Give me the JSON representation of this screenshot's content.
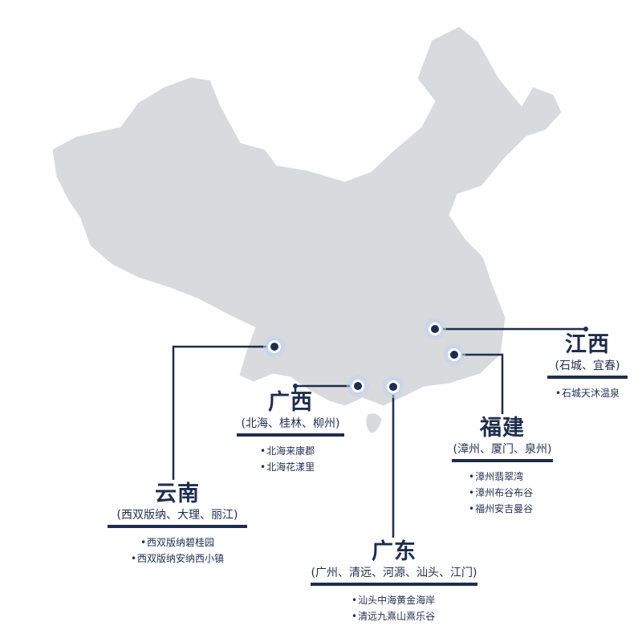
{
  "colors": {
    "map_fill": "#d9dadd",
    "accent": "#1f2d4d",
    "marker_halo": "#c8d4ec"
  },
  "regions": [
    {
      "id": "yunnan",
      "name": "云南",
      "cities": "(西双版纳、大理、丽江)",
      "projects": [
        "西双版纳碧桂园",
        "西双版纳安纳西小镇"
      ]
    },
    {
      "id": "guangxi",
      "name": "广西",
      "cities": "(北海、桂林、柳州)",
      "projects": [
        "北海来康郡",
        "北海花漾里"
      ]
    },
    {
      "id": "guangdong",
      "name": "广东",
      "cities": "(广州、清远、河源、汕头、江门)",
      "projects": [
        "汕头中海黄金海岸",
        "清远九熹山熹乐谷"
      ]
    },
    {
      "id": "fujian",
      "name": "福建",
      "cities": "(漳州、厦门、泉州)",
      "projects": [
        "漳州翡翠湾",
        "漳州布谷布谷",
        "福州安吉曼谷"
      ]
    },
    {
      "id": "jiangxi",
      "name": "江西",
      "cities": "(石城、宜春)",
      "projects": [
        "石城天沐温泉"
      ]
    }
  ]
}
